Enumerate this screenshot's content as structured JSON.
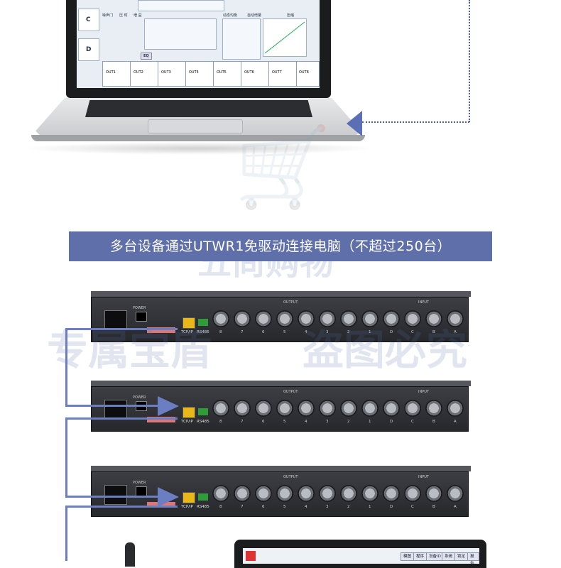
{
  "banner": {
    "text": "多台设备通过UTWR1免驱动连接电脑（不超过250台）"
  },
  "watermark": {
    "line1": "五尚购物",
    "line2_left": "专属宝盾",
    "line2_right": "盗图必究"
  },
  "screen_ui": {
    "headers": [
      "噪声门",
      "压 时",
      "増 益",
      "动态均衡",
      "自动增量",
      "压缩"
    ],
    "outputs": [
      "OUT1",
      "OUT2",
      "OUT3",
      "OUT4",
      "OUT5",
      "OUT6",
      "OUT7",
      "OUT8"
    ],
    "left_channels": [
      "C",
      "D"
    ],
    "eq_button": "EQ"
  },
  "rack": {
    "power_label": "POWER",
    "output_label": "OUTPUT",
    "input_label": "INPUT",
    "tcp_label": "TCP/IP",
    "rs_label": "RS485",
    "output_numbers": [
      "8",
      "7",
      "6",
      "5",
      "4",
      "3",
      "2",
      "1"
    ],
    "input_letters": [
      "D",
      "C",
      "B",
      "A"
    ]
  },
  "tablet": {
    "buttons": [
      "模图",
      "程序",
      "设备ID",
      "系统",
      "锁定",
      "报告"
    ]
  },
  "colors": {
    "accent": "#5e6fa9",
    "line": "#6b7ec2",
    "rj45": "#e8b71a"
  }
}
